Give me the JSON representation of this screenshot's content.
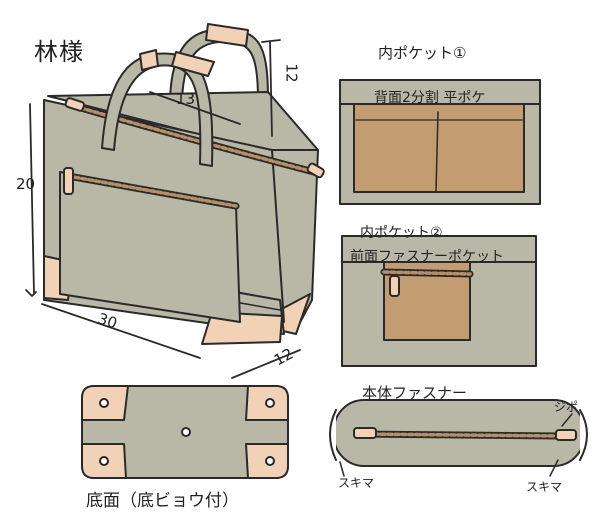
{
  "title": "林様",
  "dimensions": {
    "height": "20",
    "width": "30",
    "depth": "12",
    "handle_width": "13",
    "handle_drop": "12"
  },
  "inner_pocket_1": {
    "title": "内ポケット①",
    "subtitle": "背面2分割 平ポケ"
  },
  "inner_pocket_2": {
    "title": "内ポケット②",
    "subtitle": "前面ファスナーポケット"
  },
  "bottom_view": {
    "label": "底面（底ビョウ付）"
  },
  "main_zipper": {
    "title": "本体ファスナー",
    "pull_label": "ジポ",
    "gap_left": "スキマ",
    "gap_right": "スキマ"
  },
  "colors": {
    "canvas": "#b9b7a6",
    "leather": "#f2d2b6",
    "pocket": "#c49c72",
    "zipper": "#b68f68",
    "outline": "#2a2a2a"
  }
}
